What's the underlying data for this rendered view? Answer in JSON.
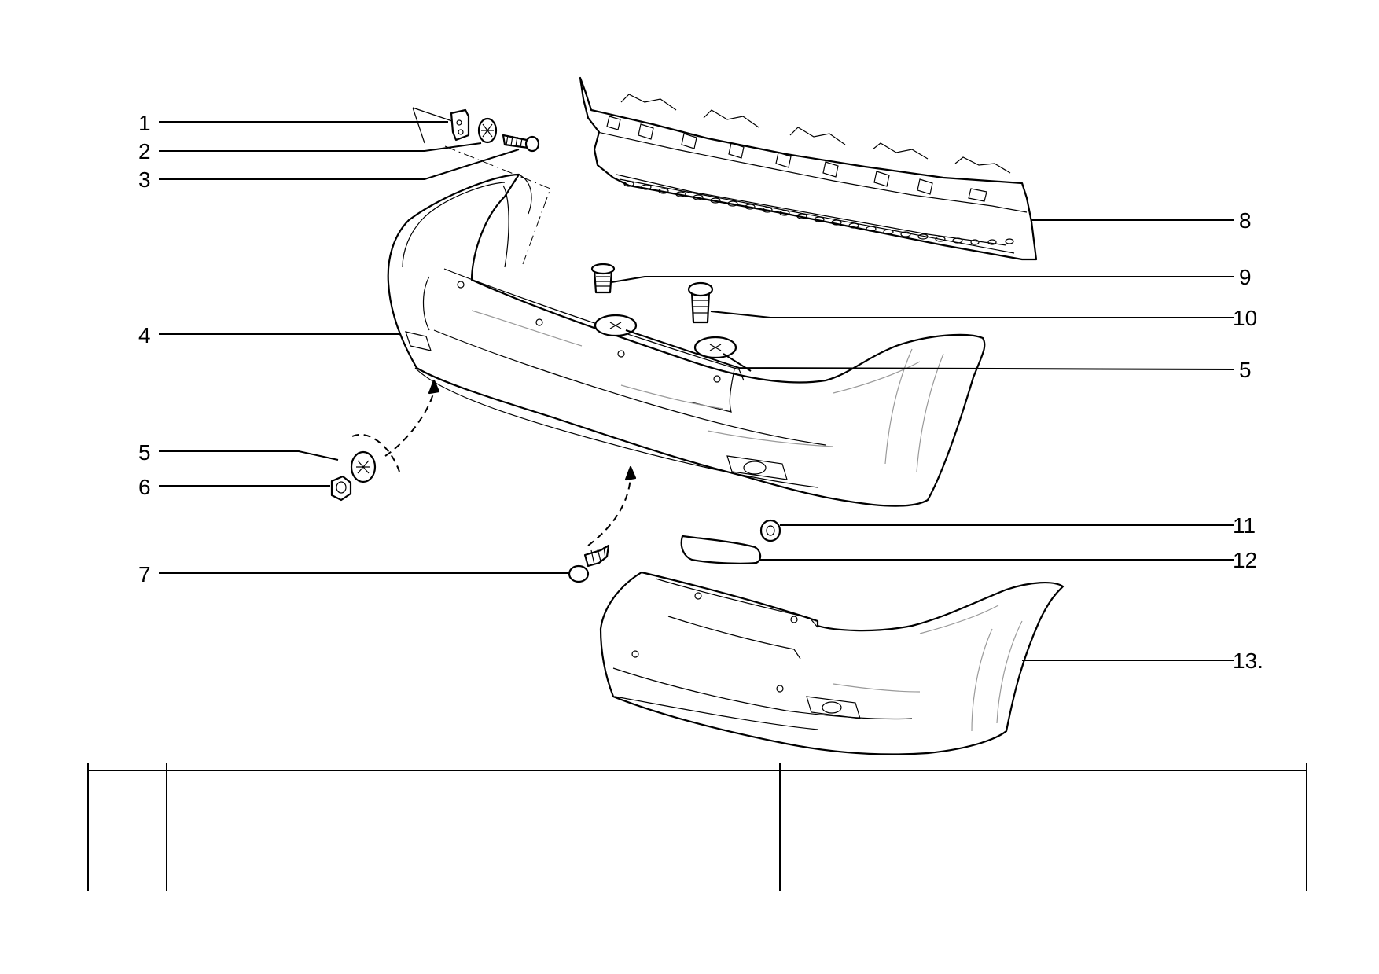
{
  "diagram": {
    "callouts": [
      {
        "id": "c1",
        "label": "1"
      },
      {
        "id": "c2",
        "label": "2"
      },
      {
        "id": "c3",
        "label": "3"
      },
      {
        "id": "c4",
        "label": "4"
      },
      {
        "id": "c5a",
        "label": "5"
      },
      {
        "id": "c6",
        "label": "6"
      },
      {
        "id": "c7",
        "label": "7"
      },
      {
        "id": "c8",
        "label": "8"
      },
      {
        "id": "c9",
        "label": "9"
      },
      {
        "id": "c10",
        "label": "10"
      },
      {
        "id": "c5b",
        "label": "5"
      },
      {
        "id": "c11",
        "label": "11"
      },
      {
        "id": "c12",
        "label": "12"
      },
      {
        "id": "c13",
        "label": "13."
      }
    ]
  },
  "title_block": {
    "cells": [
      "",
      "",
      ""
    ]
  }
}
